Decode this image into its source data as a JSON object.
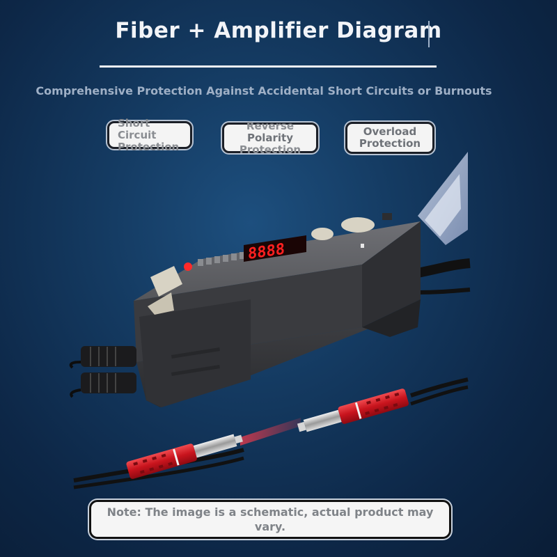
{
  "header": {
    "title": "Fiber + Amplifier Diagram",
    "subtitle": "Comprehensive Protection Against Accidental Short Circuits or Burnouts"
  },
  "badges": [
    {
      "line1": "Short",
      "line2": "Circuit",
      "line3": "Protection"
    },
    {
      "line1": "Reverse",
      "line2": "Polarity",
      "line3": "Protection"
    },
    {
      "line1": "Overload",
      "line2": "Protection"
    }
  ],
  "display": {
    "readout": "8888"
  },
  "note": "Note: The image is a schematic, actual product may vary.",
  "colors": {
    "background": "#143a61",
    "housing": "#3b3c40",
    "display_red": "#ff2020",
    "fiber_sleeve": "#d8212b"
  }
}
